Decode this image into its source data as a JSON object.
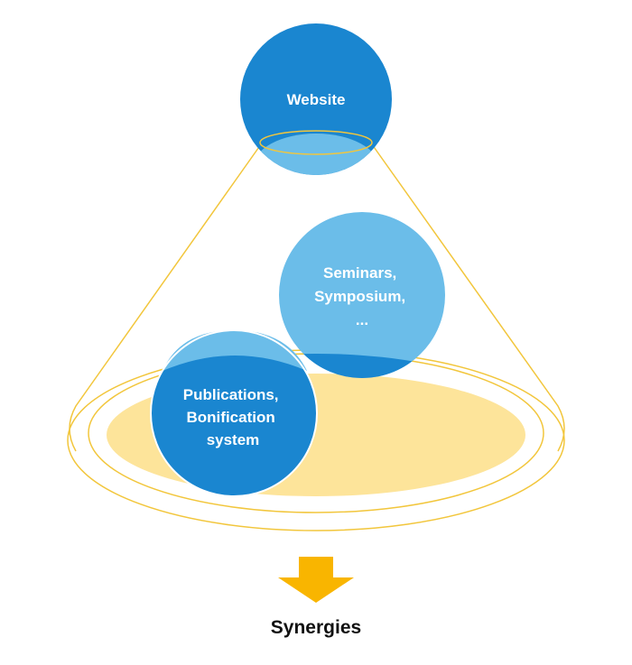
{
  "nodes": {
    "website": {
      "label": "Website"
    },
    "seminars": {
      "lines": [
        "Seminars,",
        "Symposium,",
        "..."
      ]
    },
    "publications": {
      "lines": [
        "Publications,",
        "Bonification",
        "system"
      ]
    }
  },
  "result": {
    "label": "Synergies"
  },
  "colors": {
    "dark_blue": "#1A86D0",
    "light_blue": "#6BBDE9",
    "cone_outline": "#F2C63C",
    "base_fill": "#FDE49A",
    "arrow": "#F9B500",
    "caption": "#111111"
  }
}
